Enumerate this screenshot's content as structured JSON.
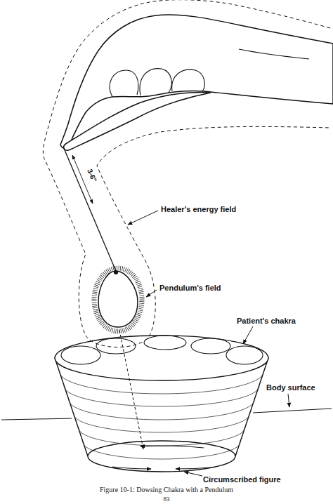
{
  "diagram": {
    "caption": "Figure 10-1: Dowsing Chakra with a Pendulum",
    "labels": [
      "3-6\"",
      "Healer's energy field",
      "Pendulum's field",
      "Patient's chakra",
      "Body surface",
      "Circumscribed figure",
      "83"
    ]
  }
}
